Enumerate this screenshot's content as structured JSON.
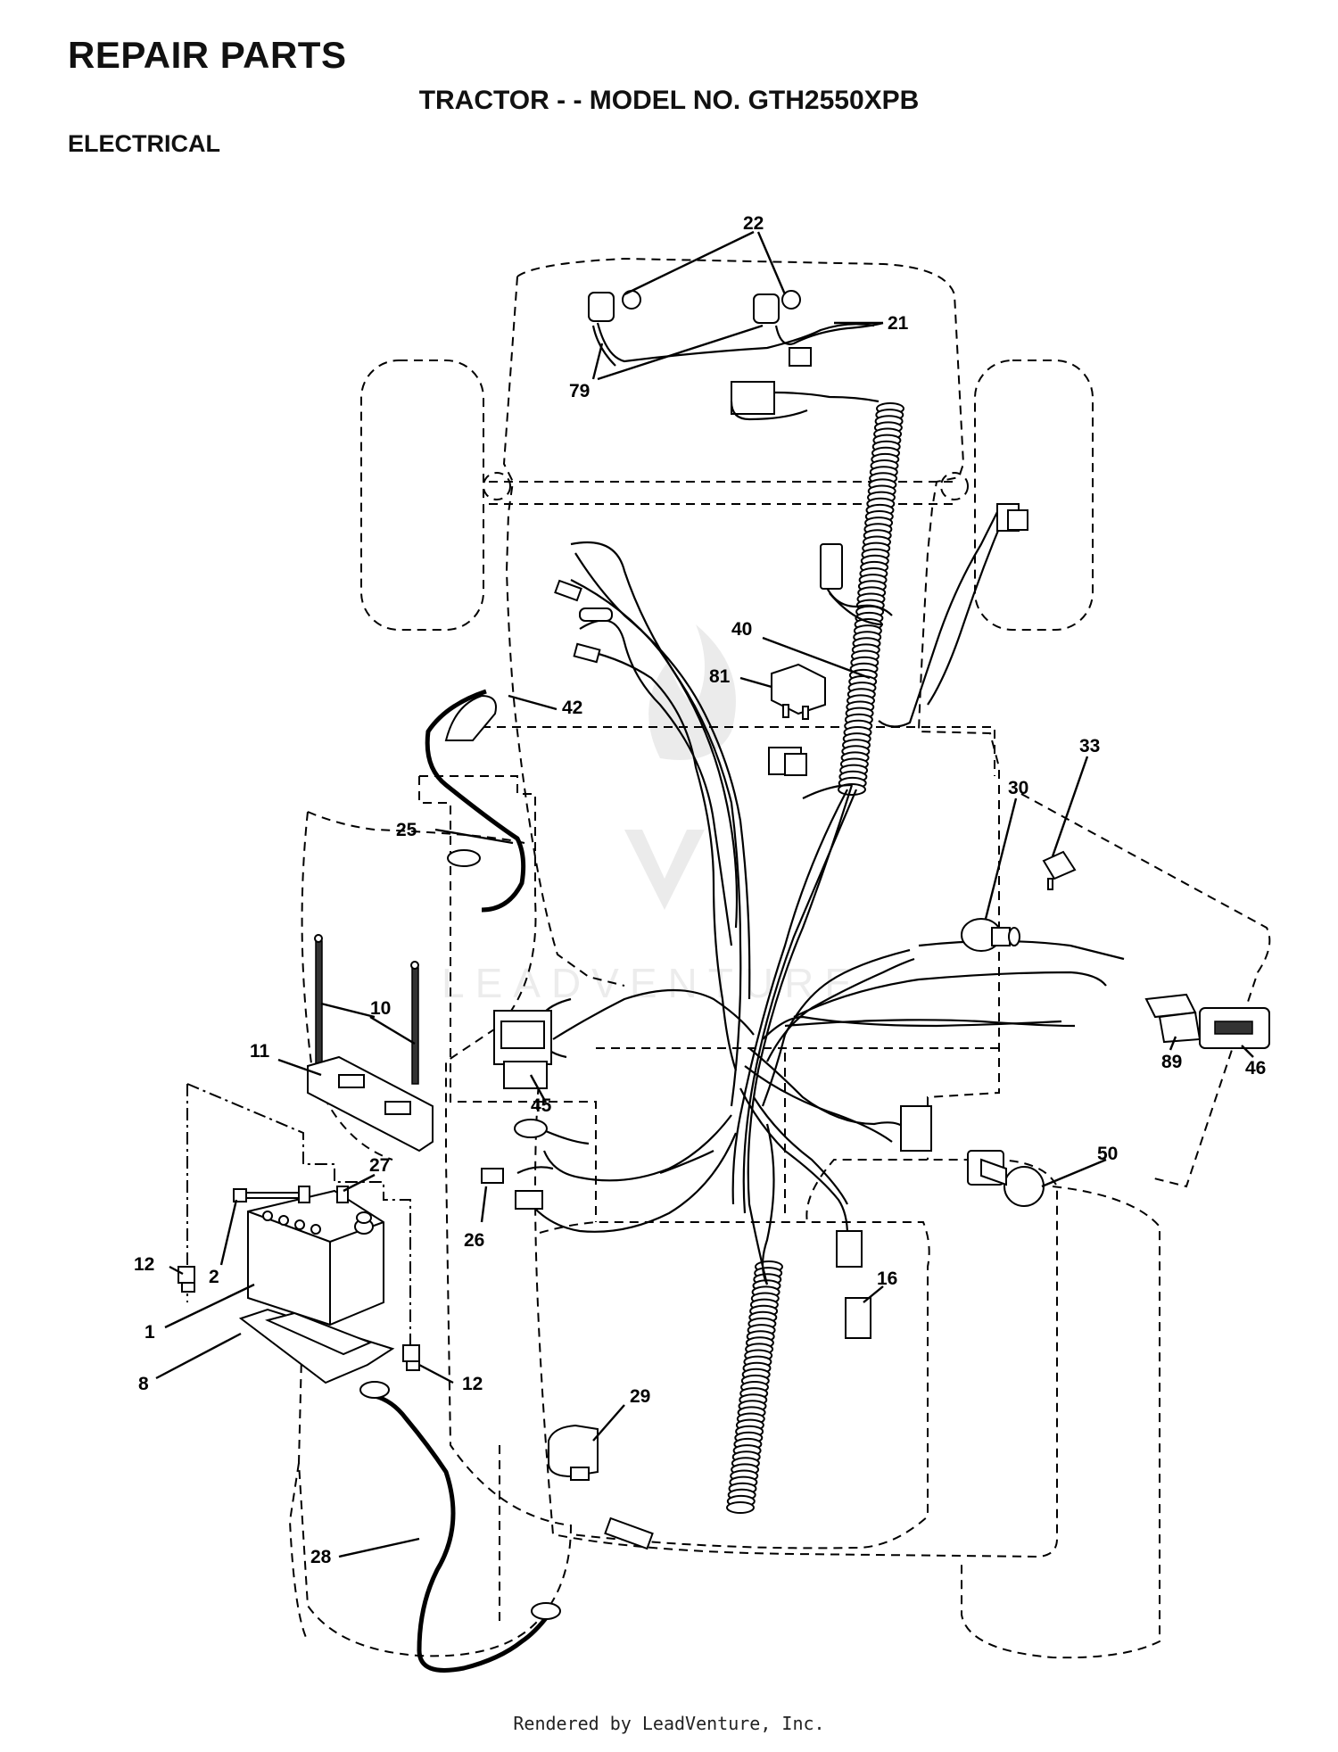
{
  "header": {
    "title": "REPAIR PARTS",
    "subtitle": "TRACTOR - - MODEL NO. GTH2550XPB",
    "section": "ELECTRICAL"
  },
  "watermark": "LEADVENTURE",
  "footer": "Rendered by LeadVenture, Inc.",
  "callouts": [
    "22",
    "21",
    "79",
    "40",
    "81",
    "42",
    "25",
    "10",
    "11",
    "45",
    "33",
    "30",
    "89",
    "46",
    "27",
    "50",
    "12",
    "2",
    "1",
    "8",
    "26",
    "16",
    "12",
    "29",
    "28"
  ]
}
